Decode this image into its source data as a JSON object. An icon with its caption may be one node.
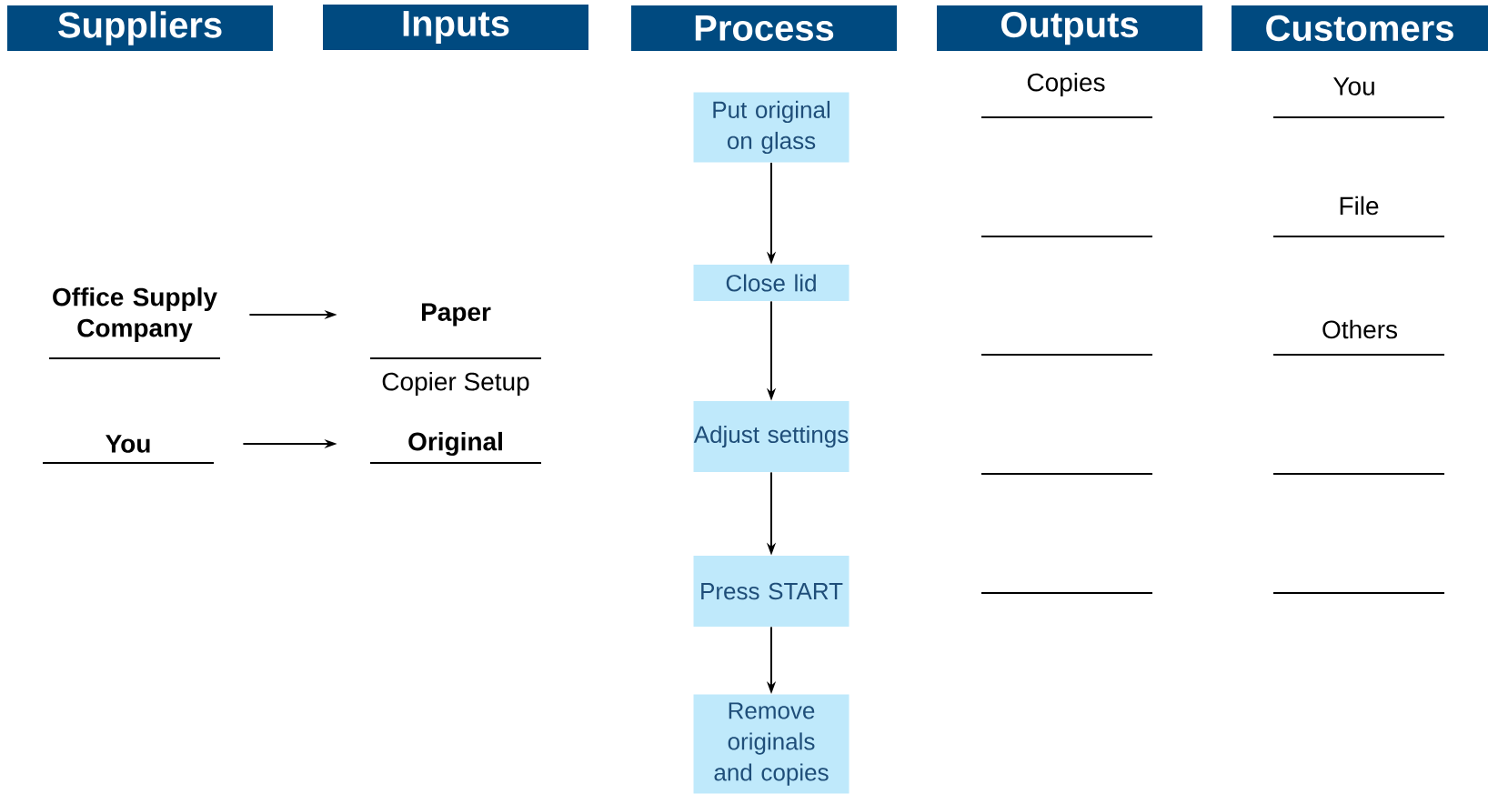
{
  "diagram": {
    "nodes": [
      {
        "text": [
          "Suppliers"
        ]
      },
      {
        "text": [
          "Inputs"
        ]
      },
      {
        "text": [
          "Process"
        ]
      },
      {
        "text": [
          "Outputs"
        ]
      },
      {
        "text": [
          "Customers"
        ]
      },
      {
        "text": [
          "Office Supply Company"
        ]
      },
      {
        "text": [
          "Paper"
        ]
      },
      {
        "text": [
          "You"
        ]
      },
      {
        "text": [
          "Original"
        ]
      },
      {
        "text": [
          "Put original on glass"
        ]
      },
      {
        "text": [
          "Close lid"
        ]
      },
      {
        "text": [
          "Adjust settings"
        ]
      },
      {
        "text": [
          "Press START"
        ]
      },
      {
        "text": [
          "Remove originals and copies"
        ]
      }
    ],
    "edges": [
      {
        "from": 5,
        "to": 6,
        "arrow": "to"
      },
      {
        "from": 7,
        "to": 8,
        "arrow": "to"
      },
      {
        "from": 9,
        "to": 10,
        "arrow": "to"
      },
      {
        "from": 10,
        "to": 11,
        "arrow": "to"
      },
      {
        "from": 11,
        "to": 12,
        "arrow": "to"
      },
      {
        "from": 12,
        "to": 13,
        "arrow": "to"
      }
    ],
    "labels": [
      "Copier Setup",
      "Copies",
      "You",
      "File",
      "Others"
    ]
  }
}
